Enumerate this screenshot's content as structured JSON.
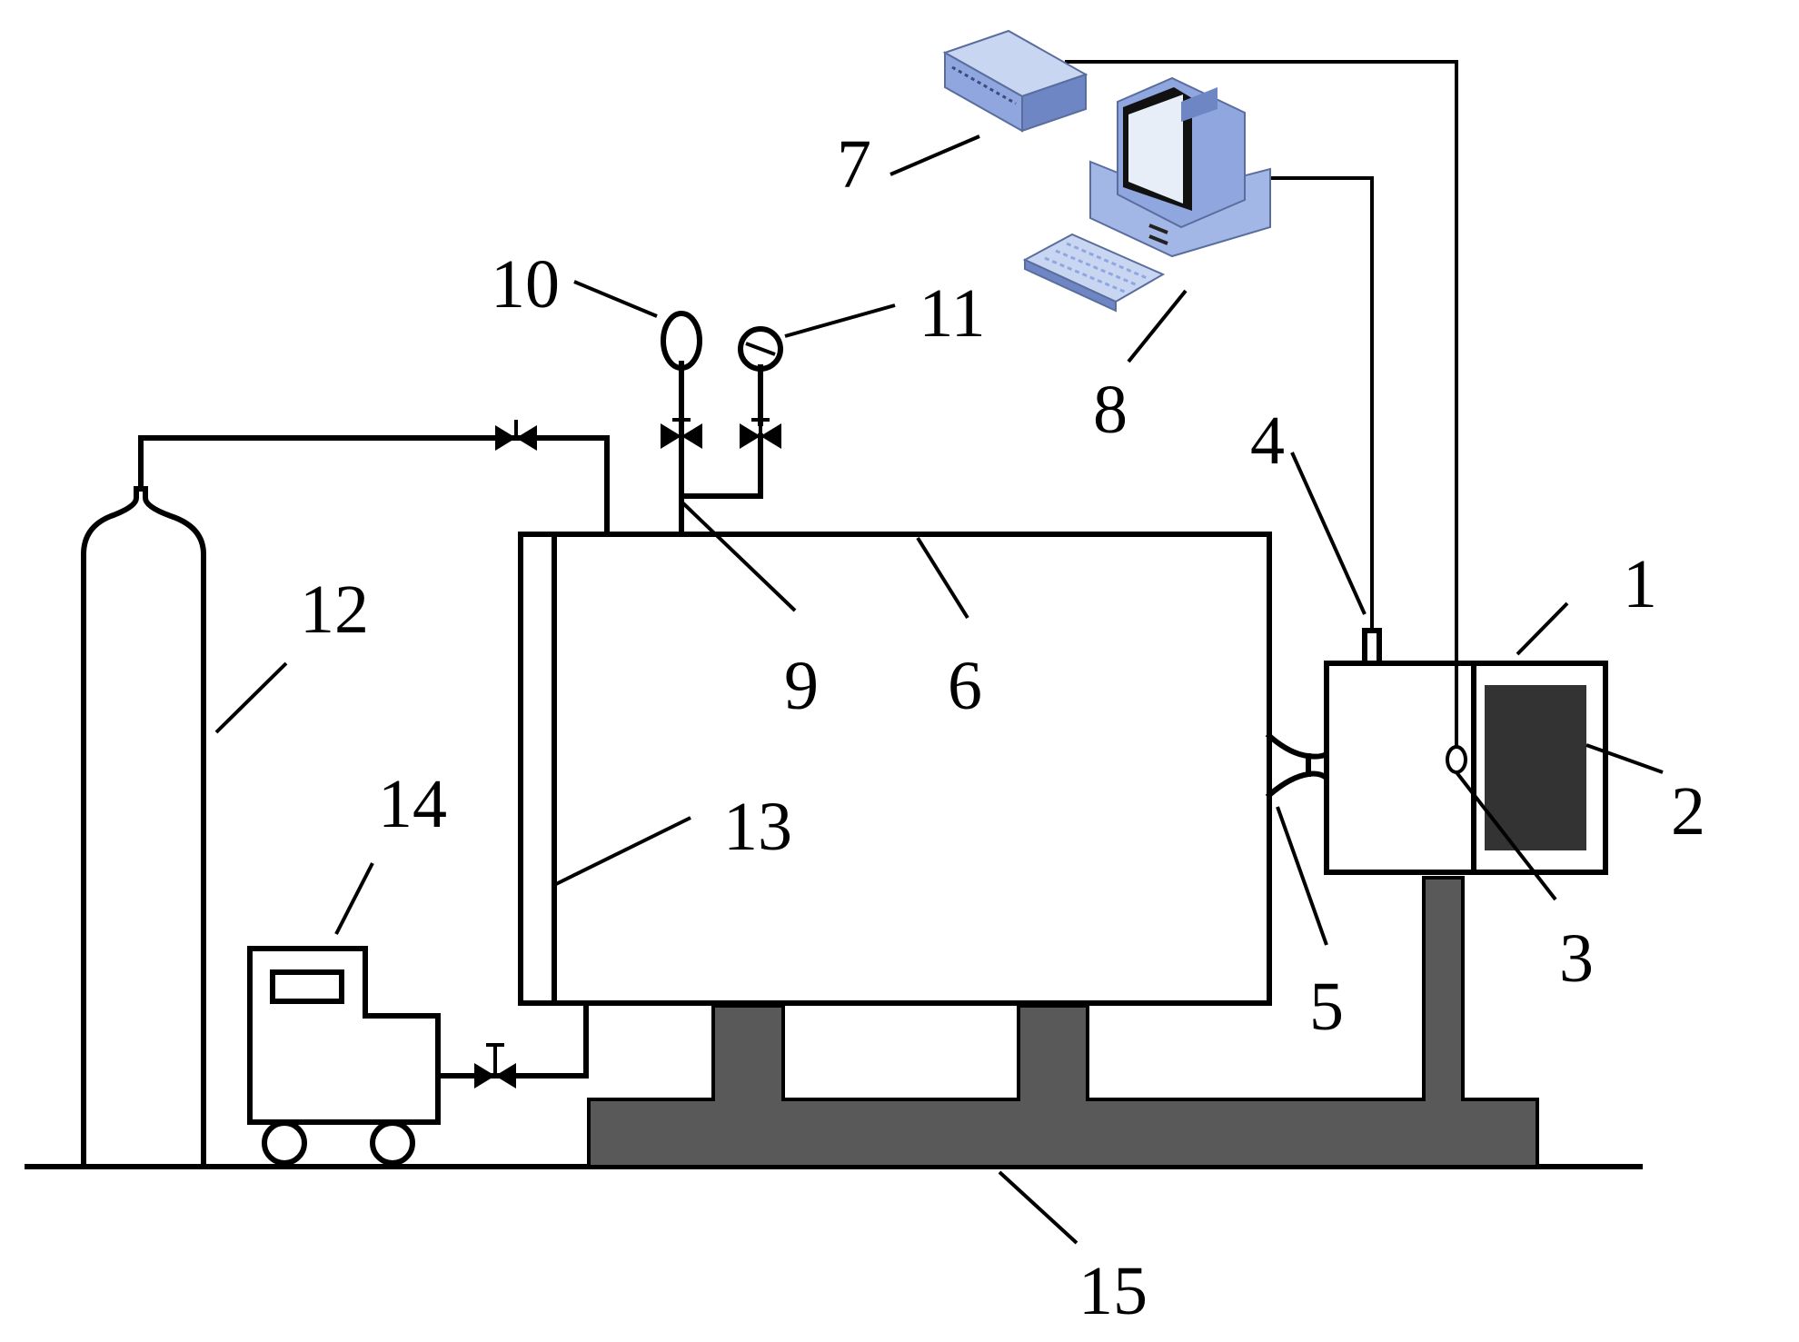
{
  "labels": {
    "l1": "1",
    "l2": "2",
    "l3": "3",
    "l4": "4",
    "l5": "5",
    "l6": "6",
    "l7": "7",
    "l8": "8",
    "l9": "9",
    "l10": "10",
    "l11": "11",
    "l12": "12",
    "l13": "13",
    "l14": "14",
    "l15": "15"
  },
  "colors": {
    "line": "#000000",
    "base": "#595959",
    "device_blue": "#8fa6df",
    "device_light": "#c9d6f2"
  },
  "icons": {
    "data_logger": "data-logger-icon",
    "computer": "computer-icon",
    "keyboard": "keyboard-icon",
    "gas_cylinder": "gas-cylinder-icon",
    "vacuum_pump": "vacuum-pump-icon",
    "valve": "valve-icon",
    "safety_valve": "safety-valve-icon",
    "pressure_gauge": "pressure-gauge-icon"
  }
}
